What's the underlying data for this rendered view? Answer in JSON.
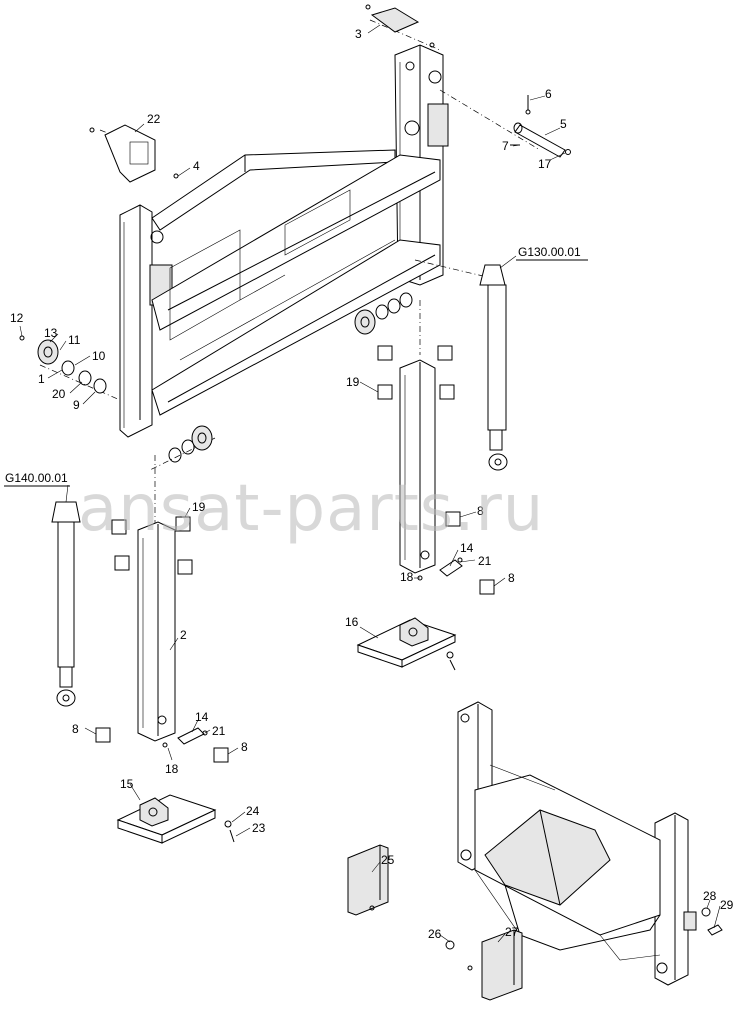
{
  "watermark": "ansat-parts.ru",
  "references": {
    "ref_g130": "G130.00.01",
    "ref_g140": "G140.00.01"
  },
  "callouts": {
    "n1": "1",
    "n2": "2",
    "n3": "3",
    "n4": "4",
    "n5": "5",
    "n6": "6",
    "n7": "7",
    "n8a": "8",
    "n8b": "8",
    "n8c": "8",
    "n8d": "8",
    "n9": "9",
    "n10": "10",
    "n11": "11",
    "n12": "12",
    "n13": "13",
    "n14a": "14",
    "n14b": "14",
    "n15": "15",
    "n16": "16",
    "n17": "17",
    "n18a": "18",
    "n18b": "18",
    "n19a": "19",
    "n19b": "19",
    "n20": "20",
    "n21a": "21",
    "n21b": "21",
    "n22": "22",
    "n23": "23",
    "n24": "24",
    "n25": "25",
    "n26": "26",
    "n27": "27",
    "n28": "28",
    "n29": "29"
  }
}
